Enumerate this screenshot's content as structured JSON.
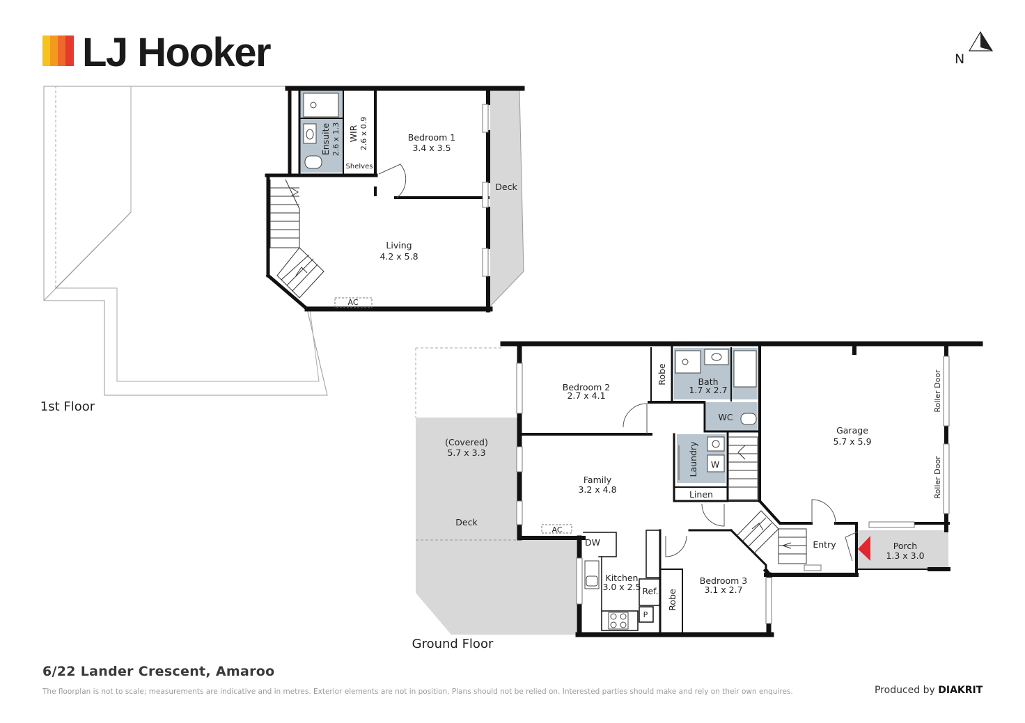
{
  "brand": {
    "name": "LJ Hooker",
    "colors": [
      "#f6c21c",
      "#f39a1e",
      "#ee6a2a",
      "#e63a2e"
    ]
  },
  "compass": {
    "label": "N"
  },
  "floors": {
    "first": "1st Floor",
    "ground": "Ground Floor"
  },
  "first_floor": {
    "ensuite": {
      "name": "Ensuite",
      "dims": "2.6 x 1.3"
    },
    "wir": {
      "name": "WIR",
      "dims": "2.6 x 0.9"
    },
    "shelves": "Shelves",
    "bedroom1": {
      "name": "Bedroom 1",
      "dims": "3.4 x 3.5"
    },
    "deck": "Deck",
    "living": {
      "name": "Living",
      "dims": "4.2 x 5.8"
    },
    "ac": "AC"
  },
  "ground_floor": {
    "bedroom2": {
      "name": "Bedroom 2",
      "dims": "2.7 x 4.1"
    },
    "robe1": "Robe",
    "bath": {
      "name": "Bath",
      "dims": "1.7 x 2.7"
    },
    "wc": "WC",
    "garage": {
      "name": "Garage",
      "dims": "5.7 x 5.9"
    },
    "roller1": "Roller Door",
    "roller2": "Roller Door",
    "covered": {
      "name": "(Covered)",
      "dims": "5.7 x 3.3"
    },
    "deck": "Deck",
    "family": {
      "name": "Family",
      "dims": "3.2 x 4.8"
    },
    "laundry": "Laundry",
    "w": "W",
    "linen": "Linen",
    "ac": "AC",
    "dw": "DW",
    "entry": "Entry",
    "porch": {
      "name": "Porch",
      "dims": "1.3 x 3.0"
    },
    "kitchen": {
      "name": "Kitchen",
      "dims": "3.0 x 2.5"
    },
    "ref": "Ref.",
    "p": "P",
    "robe2": "Robe",
    "bedroom3": {
      "name": "Bedroom 3",
      "dims": "3.1 x 2.7"
    }
  },
  "footer": {
    "address": "6/22 Lander Crescent, Amaroo",
    "disclaimer": "The floorplan is not to scale; measurements are indicative and in metres. Exterior elements are not in position. Plans should not be relied on. Interested parties should make and rely on their own enquires.",
    "produced_by": "Produced by",
    "producer": "DIAKRIT"
  },
  "colors": {
    "wall": "#111111",
    "wet_area": "#b9c6cf",
    "deck_fill": "#d8d8d8",
    "entry_marker": "#e0262e"
  }
}
